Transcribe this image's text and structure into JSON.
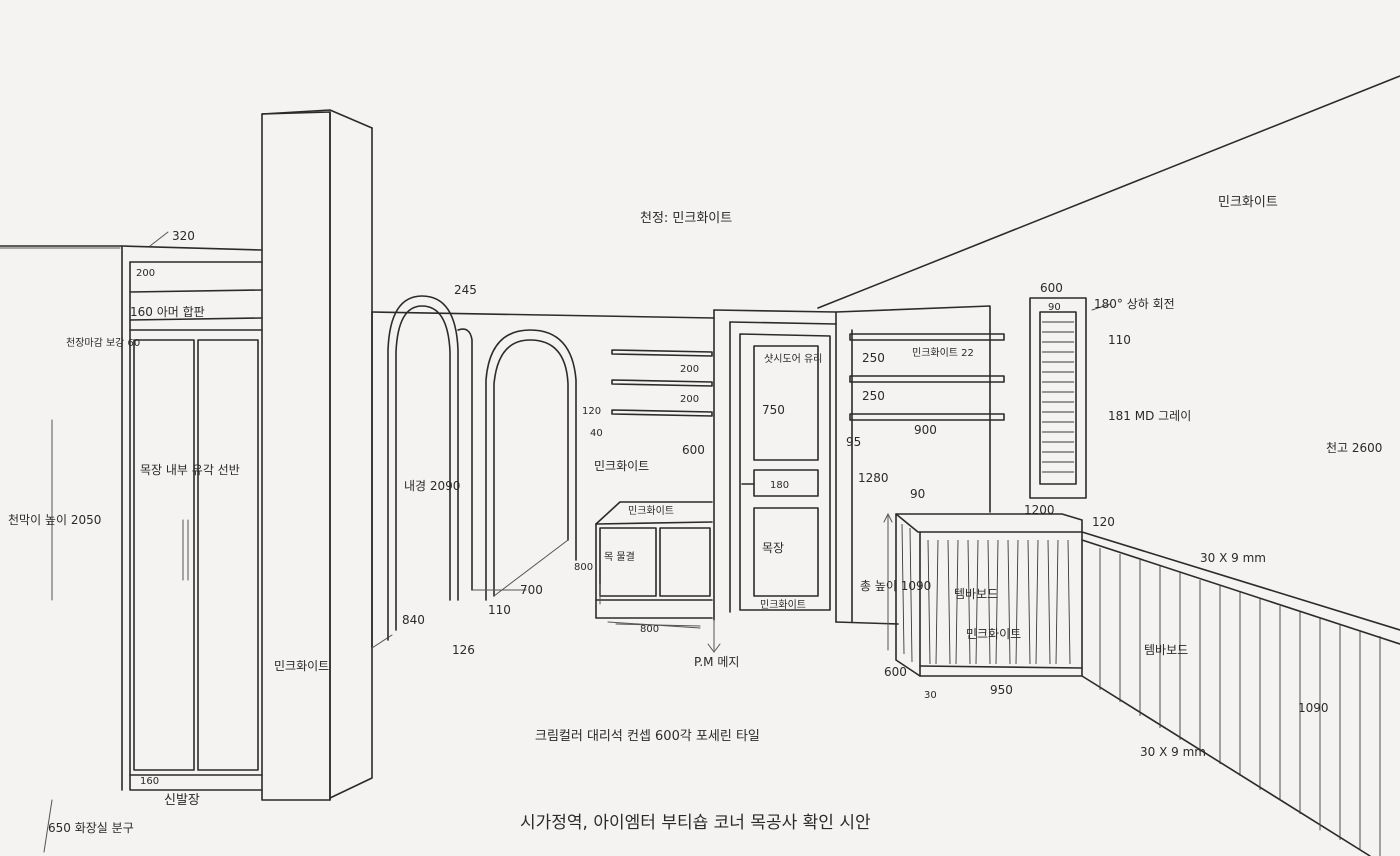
{
  "title": "시가정역, 아이엠터 부티숍 코너 목공사 확인 시안",
  "notes": {
    "ceiling": "천정: 민크화이트",
    "right_wall_top": "민크화이트",
    "floor_tile": "크림컬러 대리석 컨셉 600각 포세린 타일",
    "shoe_cabinet": "신발장",
    "shoe_cabinet_dim": "650 화장실 분구",
    "left_wall_height": "천막이 높이 2050",
    "vertical_panel": "민크화이트",
    "ceiling_height": "천고 2600"
  },
  "cabinet": {
    "top_dim": "320",
    "header_dim": "200",
    "soffit_note": "160 아머 합판",
    "side_note": "천장마감 보강 60",
    "door_note": "목장 내부 유각 선반",
    "base_dim": "160"
  },
  "arch": {
    "top": "245",
    "height_note": "내경 2090",
    "bottom_dim": "840",
    "gap_dim": "110",
    "depth_dim": "126",
    "spacer_dim": "700"
  },
  "shelving": {
    "shelf_top": "200",
    "shelf_mid": "200",
    "small_dim": "120",
    "small_dim2": "40",
    "height": "600",
    "color_note": "민크화이트",
    "lower_cab_label": "민크화이트",
    "lower_cab_side": "목 물결",
    "lower_cab_height": "800",
    "lower_cab_width": "800"
  },
  "door": {
    "upper_note": "샷시도어 유리",
    "upper_dim": "750",
    "handle_dim": "180",
    "lower_note": "목장",
    "bottom_note": "민크화이트",
    "floor_note": "P.M 메지"
  },
  "wall_shelves": {
    "top": "250",
    "top_note": "민크화이트 22",
    "mid": "250",
    "width": "900",
    "side": "95",
    "height": "1280"
  },
  "window": {
    "width": "600",
    "note": "180° 상하 회전",
    "inner": "90",
    "side": "110",
    "louver_note": "181 MD 그레이",
    "bottom": "1200"
  },
  "counter": {
    "label_top": "템바보드",
    "label": "민크화이트",
    "height_note": "총 높이 1090",
    "top_dim": "90",
    "base_dim": "600",
    "base_side": "30",
    "depth": "950",
    "right_top": "120",
    "rail_dim": "30 X 9 mm",
    "rail_dim2": "30 X 9 mm",
    "long_label": "템바보드",
    "long_height": "1090"
  }
}
